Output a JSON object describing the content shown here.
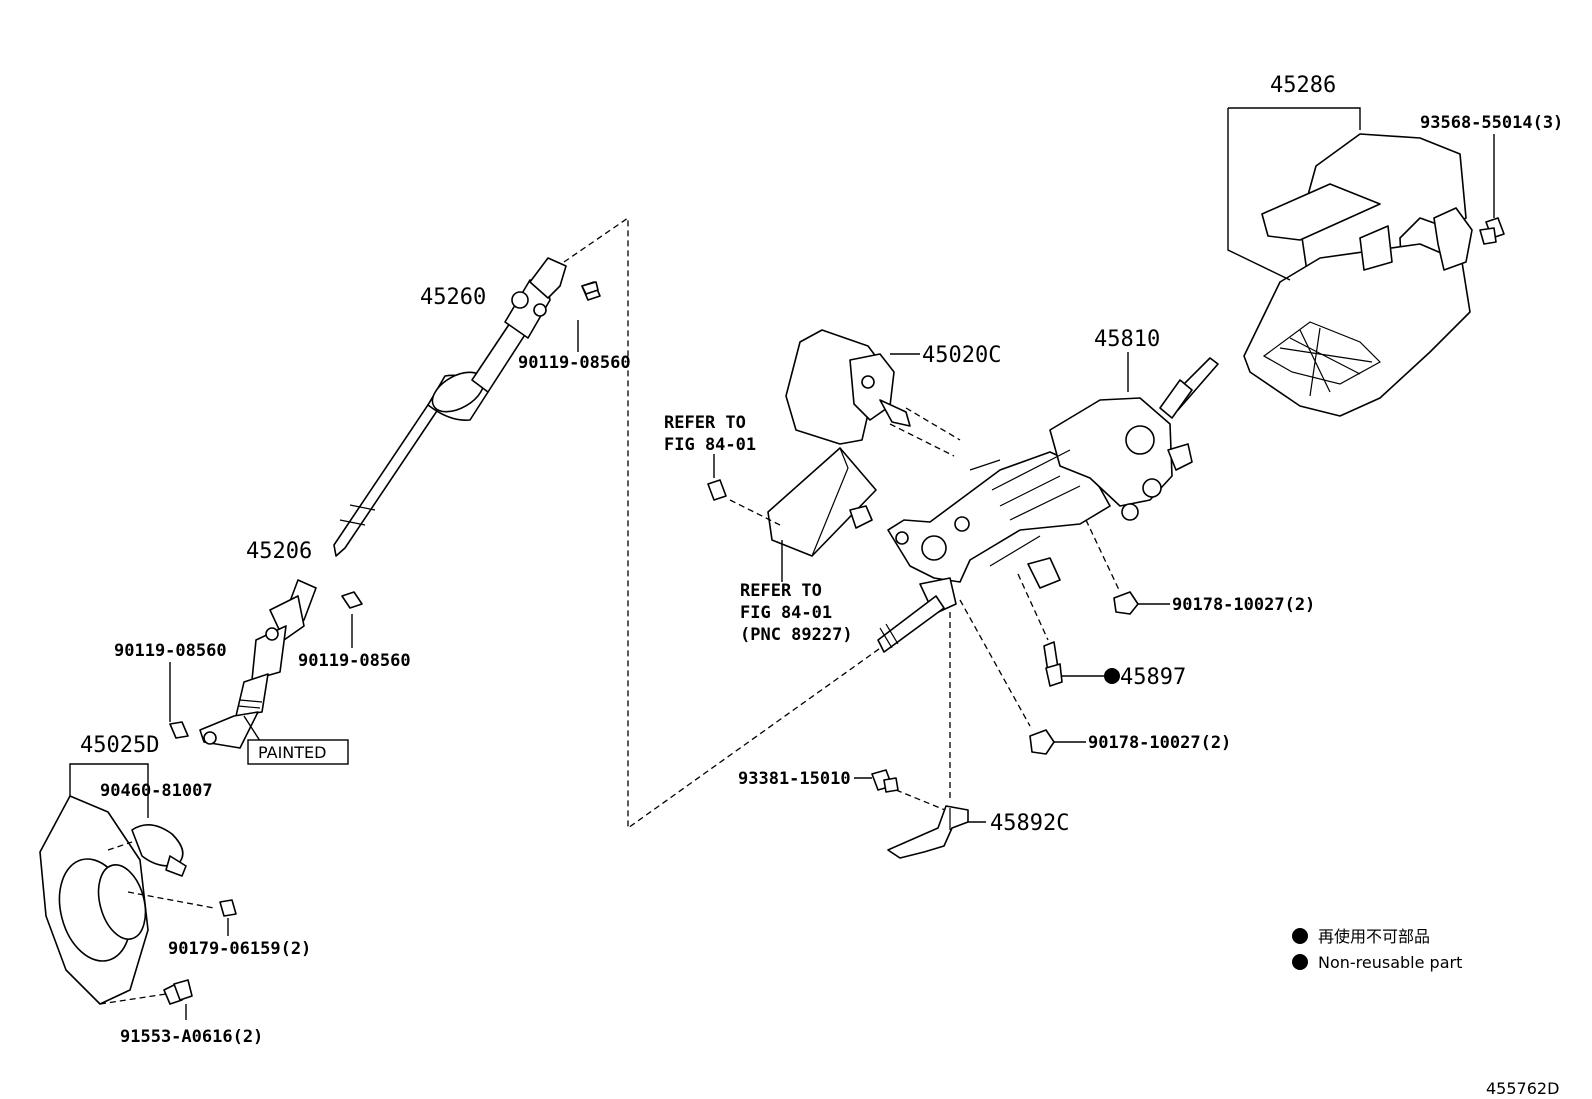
{
  "diagram_id": "455762D",
  "labels": {
    "p45286": "45286",
    "p93568": "93568-55014(3)",
    "p45260": "45260",
    "p90119a": "90119-08560",
    "p45020c": "45020C",
    "p45810": "45810",
    "refer1_line1": "REFER TO",
    "refer1_line2": "FIG 84-01",
    "refer2_line1": "REFER TO",
    "refer2_line2": "FIG 84-01",
    "refer2_line3": "(PNC 89227)",
    "p45206": "45206",
    "p90119b": "90119-08560",
    "p90119c": "90119-08560",
    "p90178a": "90178-10027(2)",
    "p45897": "45897",
    "p90178b": "90178-10027(2)",
    "painted": "PAINTED",
    "p45025d": "45025D",
    "p90460": "90460-81007",
    "p93381": "93381-15010",
    "p45892c": "45892C",
    "p90179": "90179-06159(2)",
    "p91553": "91553-A0616(2)"
  },
  "legend": {
    "line1": "再使用不可部品",
    "line2": "Non-reusable part"
  }
}
